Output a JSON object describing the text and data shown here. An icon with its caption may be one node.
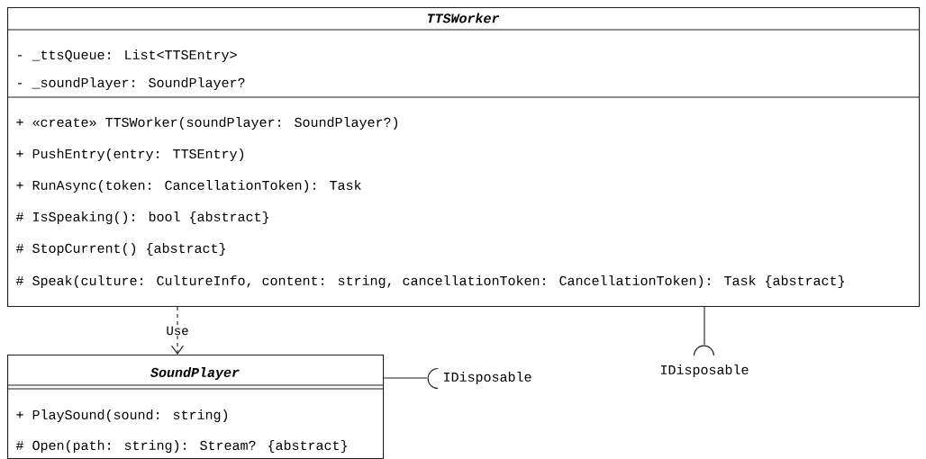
{
  "diagram": {
    "nodes": [
      {
        "text": [
          "TTSWorker",
          "- _ttsQueue: List<TTSEntry>",
          "- _soundPlayer: SoundPlayer?",
          "+ «create» TTSWorker(soundPlayer: SoundPlayer?)",
          "+ PushEntry(entry: TTSEntry)",
          "+ RunAsync(token: CancellationToken): Task",
          "# IsSpeaking(): bool {abstract}",
          "# StopCurrent() {abstract}",
          "# Speak(culture: CultureInfo, content: string, cancellationToken: CancellationToken): Task {abstract}"
        ]
      },
      {
        "text": [
          "SoundPlayer",
          "+ PlaySound(sound: string)",
          "# Open(path: string): Stream? {abstract}"
        ]
      },
      {
        "text": [],
        "shape": "socket",
        "beside": [
          "IDisposable"
        ]
      },
      {
        "text": [],
        "shape": "socket",
        "beside": [
          "IDisposable"
        ]
      }
    ],
    "edges": [
      {
        "from": 0,
        "to": 1,
        "arrow": "to",
        "style": "dashed",
        "label": "Use"
      },
      {
        "from": 1,
        "to": 2,
        "arrow": "none"
      },
      {
        "from": 0,
        "to": 3,
        "arrow": "none"
      }
    ]
  }
}
